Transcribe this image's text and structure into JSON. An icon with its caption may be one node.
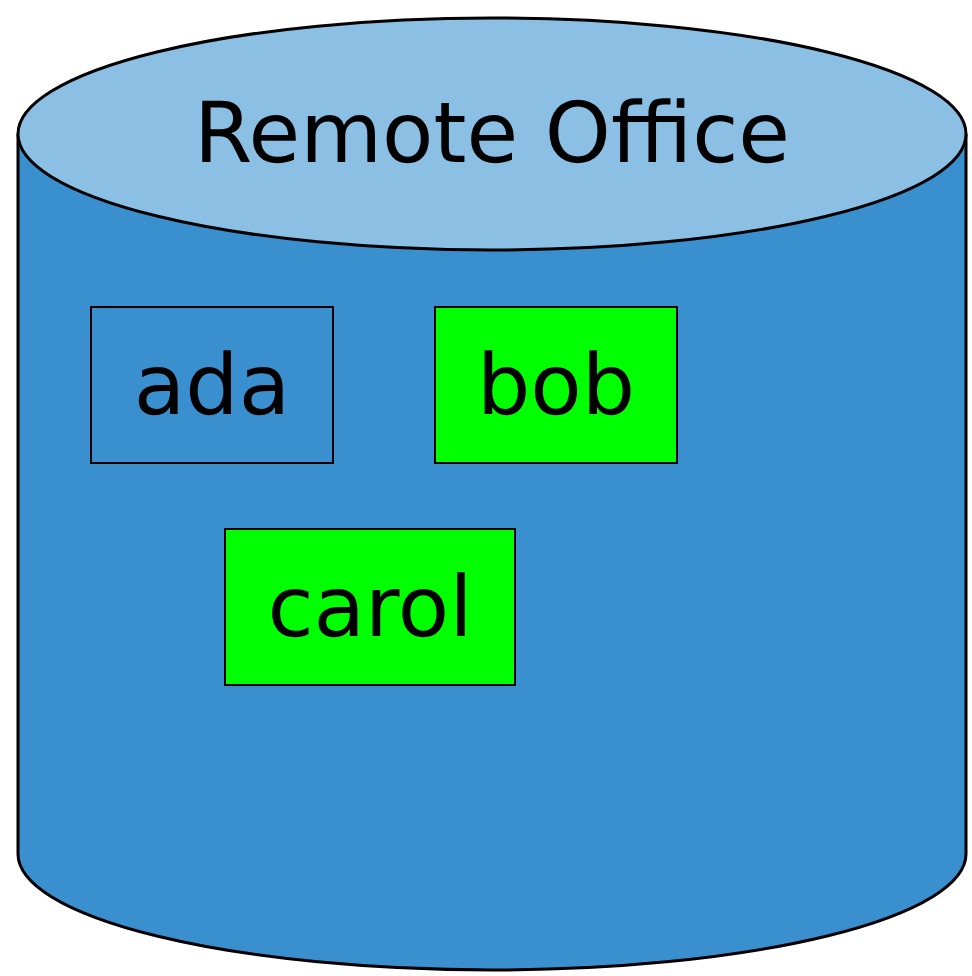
{
  "diagram": {
    "nodes": [
      {
        "text": [
          "Remote Office"
        ]
      },
      {
        "text": [
          "ada"
        ],
        "in": 0
      },
      {
        "text": [
          "bob"
        ],
        "in": 0
      },
      {
        "text": [
          "carol"
        ],
        "in": 0
      }
    ]
  }
}
